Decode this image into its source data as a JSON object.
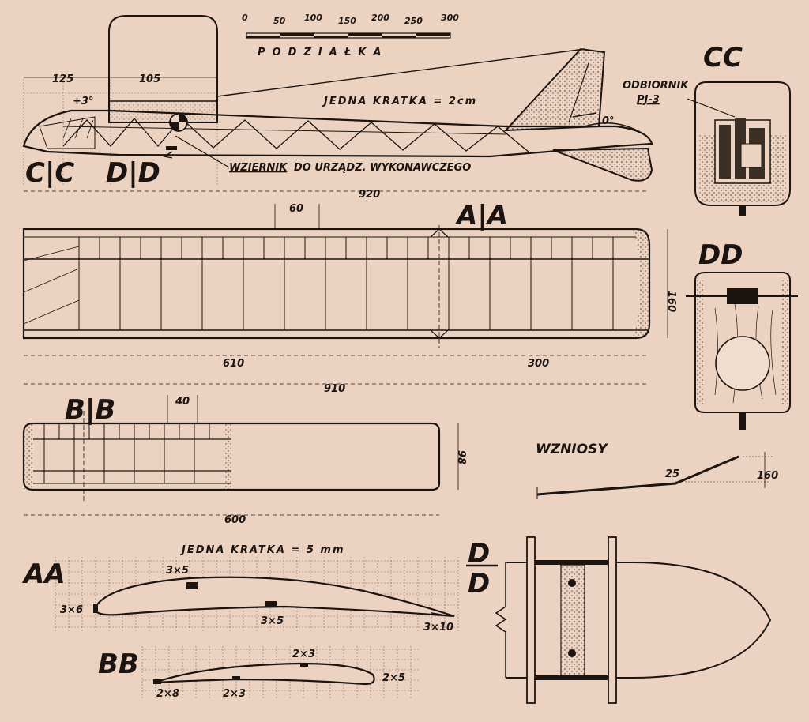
{
  "scale": {
    "ticks": [
      "0",
      "50",
      "100",
      "150",
      "200",
      "250",
      "300"
    ],
    "label": "PODZIAŁKA"
  },
  "fuselage": {
    "dim_125": "125",
    "dim_105": "105",
    "angle_wing": "+3°",
    "angle_tail": "0°",
    "grid_note": "JEDNA KRATKA = 2cm",
    "section_cc": "C|C",
    "section_dd": "D|D",
    "peephole_word": "WZIERNIK",
    "peephole_rest": "DO URZĄDZ. WYKONAWCZEGO",
    "total_length": "920"
  },
  "wing": {
    "section_label": "A|A",
    "rib_spacing": "60",
    "span_inner": "610",
    "span_outer": "300",
    "span_total": "910",
    "chord": "160"
  },
  "stabilizer": {
    "section_label": "B|B",
    "rib_spacing": "40",
    "chord": "98",
    "span": "600"
  },
  "cc_section": {
    "title": "CC",
    "receiver_line1": "ODBIORNIK",
    "receiver_line2": "PJ-3"
  },
  "dd_section": {
    "title": "DD"
  },
  "dihedral": {
    "title": "WZNIOSY",
    "rise": "25",
    "length": "160"
  },
  "airfoils": {
    "grid_note": "JEDNA KRATKA = 5 mm",
    "aa": {
      "title": "AA",
      "leading": "3×6",
      "spar_top": "3×5",
      "spar_bottom": "3×5",
      "trailing": "3×10"
    },
    "bb": {
      "title": "BB",
      "leading": "2×8",
      "spar_top": "2×3",
      "spar_bottom": "2×3",
      "trailing": "2×5"
    }
  },
  "detail_d": {
    "title_top": "D",
    "title_bottom": "D"
  }
}
